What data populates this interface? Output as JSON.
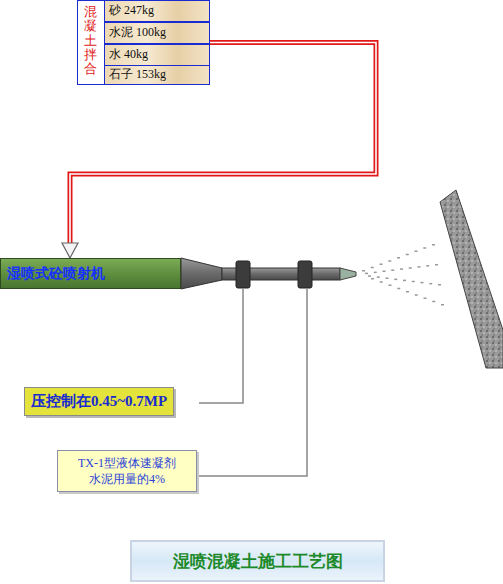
{
  "diagram": {
    "caption": "湿喷混凝土施工工艺图",
    "nodes": [
      {
        "text": [
          "混凝土拌合"
        ]
      },
      {
        "text": [
          "砂 247kg"
        ],
        "in": 0
      },
      {
        "text": [
          "水泥 100kg"
        ],
        "in": 0
      },
      {
        "text": [
          "水 40kg"
        ],
        "in": 0
      },
      {
        "text": [
          "石子 153kg"
        ],
        "in": 0
      },
      {
        "text": [
          "湿喷式砼喷射机"
        ]
      },
      {
        "text": [
          "压控制在0.45~0.7MP"
        ]
      },
      {
        "text": [
          "TX-1型液体速凝剂 水泥用量的4%"
        ]
      }
    ],
    "edges": [
      {
        "from": 0,
        "to": 5,
        "arrow": "to"
      }
    ]
  }
}
